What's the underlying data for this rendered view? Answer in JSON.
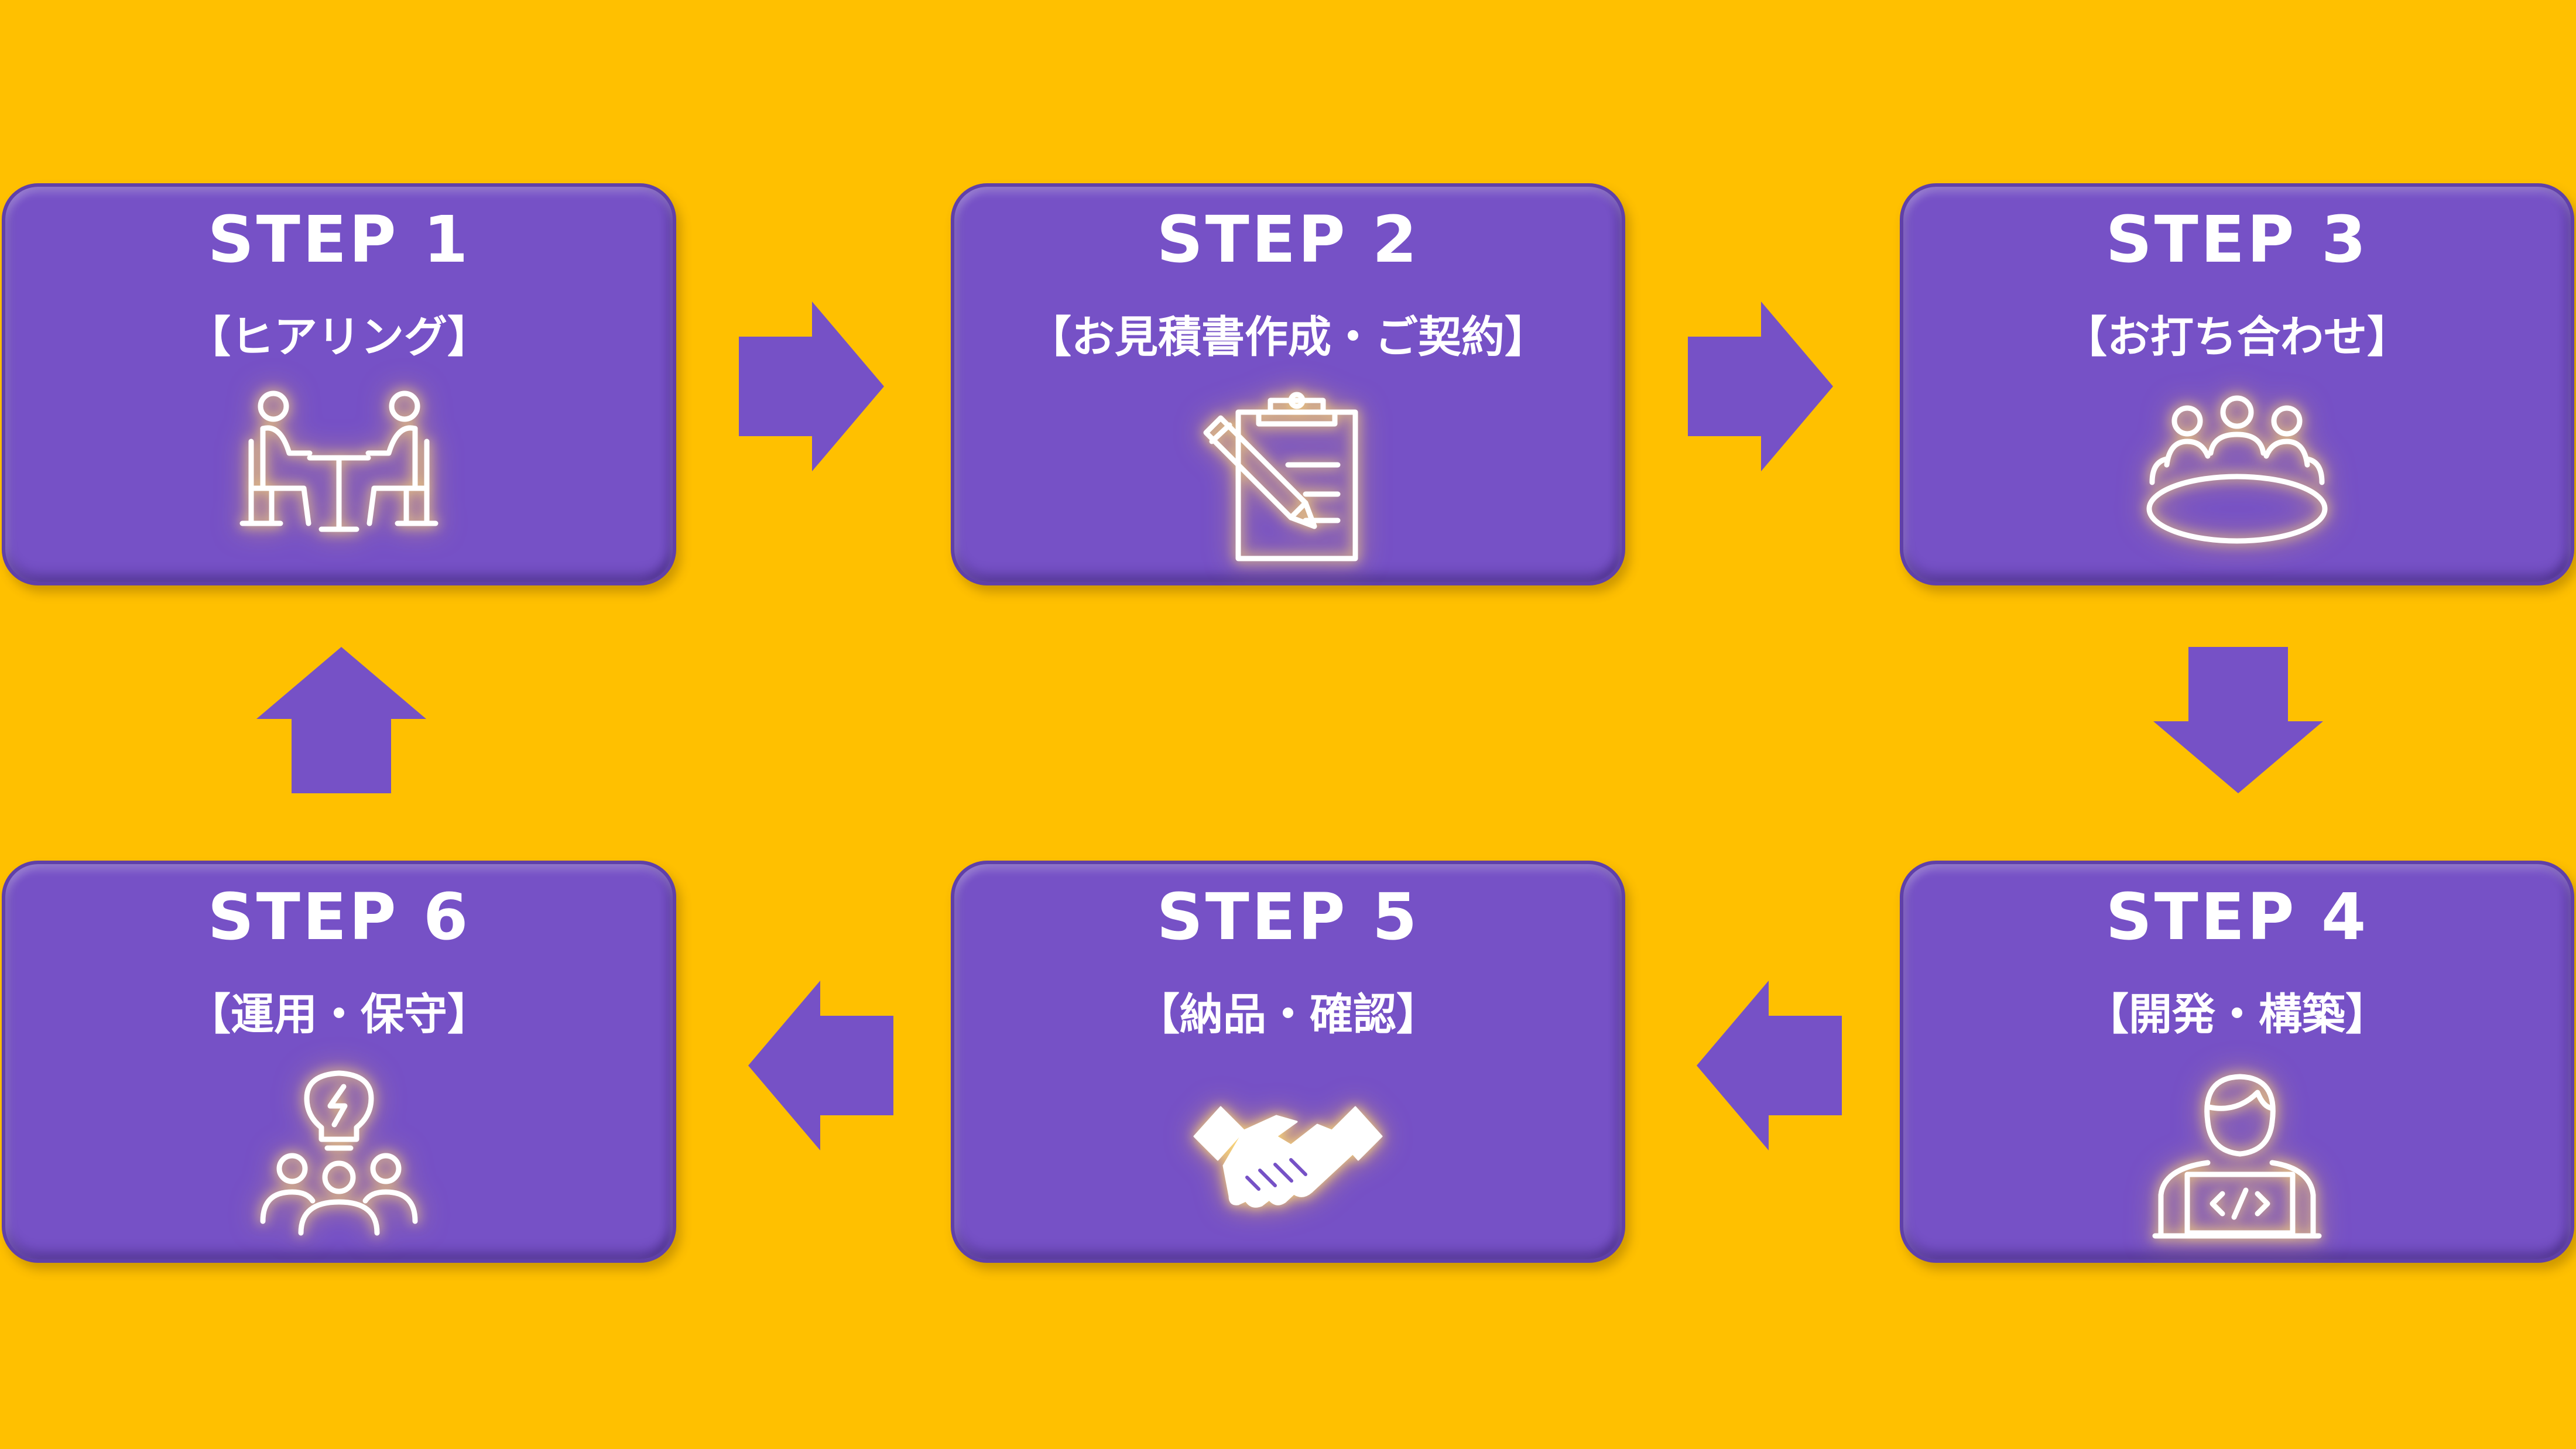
{
  "colors": {
    "background": "#FFC000",
    "box": "#7651C6",
    "arrow": "#7651C6",
    "text": "#FFFFFF"
  },
  "steps": [
    {
      "title": "STEP 1",
      "subtitle": "【ヒアリング】",
      "icon": "meeting-two-people-icon"
    },
    {
      "title": "STEP 2",
      "subtitle": "【お見積書作成・ご契約】",
      "icon": "clipboard-pencil-icon"
    },
    {
      "title": "STEP 3",
      "subtitle": "【お打ち合わせ】",
      "icon": "conference-table-icon"
    },
    {
      "title": "STEP 4",
      "subtitle": "【開発・構築】",
      "icon": "developer-laptop-icon"
    },
    {
      "title": "STEP 5",
      "subtitle": "【納品・確認】",
      "icon": "handshake-icon"
    },
    {
      "title": "STEP 6",
      "subtitle": "【運用・保守】",
      "icon": "team-idea-bulb-icon"
    }
  ],
  "arrows": [
    "arrow-right",
    "arrow-right",
    "arrow-down",
    "arrow-left",
    "arrow-left",
    "arrow-up"
  ]
}
